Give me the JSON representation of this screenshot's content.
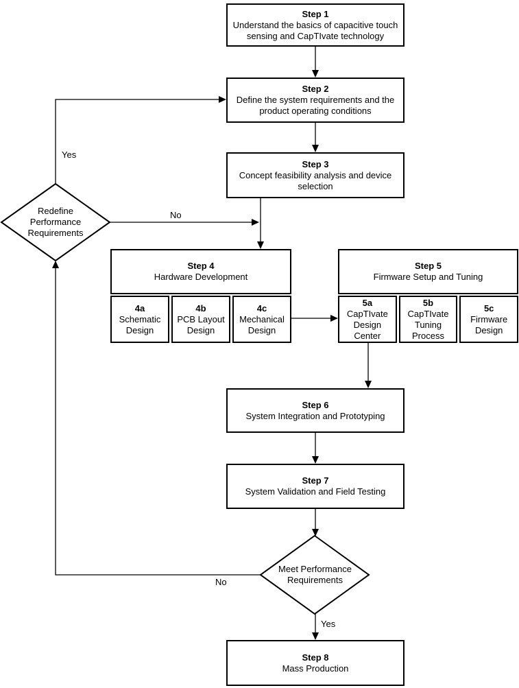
{
  "page": {
    "background": "#ffffff",
    "line_color": "#000000",
    "text_color": "#000000"
  },
  "flowchart": {
    "steps": [
      {
        "title": "Step 1",
        "desc": "Understand the basics of capacitive touch sensing and CapTIvate technology"
      },
      {
        "title": "Step 2",
        "desc": "Define the system requirements and the product operating conditions"
      },
      {
        "title": "Step 3",
        "desc": "Concept feasibility analysis and device selection"
      },
      {
        "title": "Step 4",
        "desc": "Hardware Development",
        "sub": [
          {
            "title": "4a",
            "desc": "Schematic Design"
          },
          {
            "title": "4b",
            "desc": "PCB Layout Design"
          },
          {
            "title": "4c",
            "desc": "Mechanical Design"
          }
        ]
      },
      {
        "title": "Step 5",
        "desc": "Firmware Setup and Tuning",
        "sub": [
          {
            "title": "5a",
            "desc": "CapTIvate Design Center"
          },
          {
            "title": "5b",
            "desc": "CapTIvate Tuning Process"
          },
          {
            "title": "5c",
            "desc": "Firmware Design"
          }
        ]
      },
      {
        "title": "Step 6",
        "desc": "System Integration and Prototyping"
      },
      {
        "title": "Step 7",
        "desc": "System Validation and Field Testing"
      },
      {
        "title": "Step 8",
        "desc": "Mass Production"
      }
    ],
    "decisions": [
      {
        "text": "Redefine Performance Requirements"
      },
      {
        "text": "Meet Performance Requirements"
      }
    ],
    "labels": {
      "redefine_yes": "Yes",
      "redefine_no": "No",
      "meet_no": "No",
      "meet_yes": "Yes"
    }
  }
}
